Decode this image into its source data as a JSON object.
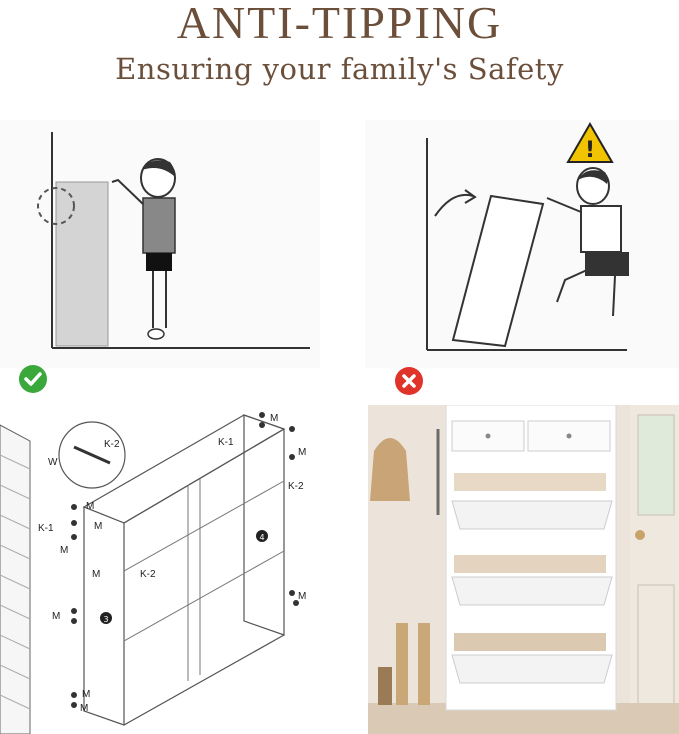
{
  "header": {
    "title": "ANTI-TIPPING",
    "subtitle": "Ensuring your family's Safety"
  },
  "colors": {
    "heading": "#6b4f3a",
    "correct": "#3aa83a",
    "wrong": "#e0332a",
    "warning": "#f2c300"
  },
  "icons": {
    "correct": "check-circle-icon",
    "wrong": "x-circle-icon",
    "warning": "warning-triangle-icon"
  },
  "diagram_labels": {
    "w": "W",
    "k1": "K-1",
    "k2": "K-2",
    "m": "M",
    "part3": "3",
    "part4": "4"
  }
}
